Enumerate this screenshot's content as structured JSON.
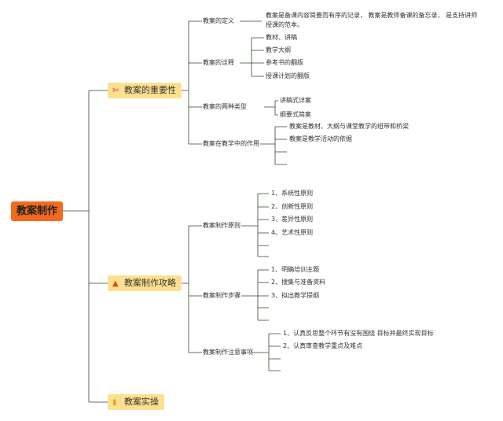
{
  "root": {
    "label": "教案制作",
    "color": "#f26b1d"
  },
  "branches": [
    {
      "label": "教案的重要性",
      "icon": "tools-icon",
      "children": [
        {
          "label": "教案的定义",
          "items": [
            "教案是备课内容简要而有序的记录， 教案是教师备课的备忘录， 是支持讲师授课的范本。"
          ]
        },
        {
          "label": "教案的诠释",
          "items": [
            "教材、讲稿",
            "教学大纲",
            "参考书的翻版",
            "授课计划的翻版"
          ]
        },
        {
          "label": "教案的两种类型",
          "items": [
            "讲稿式详案",
            "纲要式简案"
          ]
        },
        {
          "label": "教案在教学中的作用",
          "items": [
            "教案是教材、大纲与课堂教学的纽带和桥梁",
            "教案是教学活动的依据",
            "",
            ""
          ]
        }
      ]
    },
    {
      "label": "教案制作攻略",
      "icon": "fire-icon",
      "children": [
        {
          "label": "教案制作原则",
          "items": [
            "1、系统性原则",
            "2、创新性原则",
            "3、差异性原则",
            "4、艺术性原则",
            "",
            ""
          ]
        },
        {
          "label": "教案制作步骤",
          "items": [
            "1、明确培训主题",
            "2、搜集与准备资料",
            "3、拟出教学提纲",
            "",
            ""
          ]
        },
        {
          "label": "教案制作注意事项",
          "items": [
            "1、认真反思整个环节有没有围绕 目标并最终实现目标",
            "2、认真审查教学重点及难点",
            "",
            ""
          ]
        }
      ]
    },
    {
      "label": "教案实操",
      "icon": "book-icon",
      "children": []
    }
  ]
}
